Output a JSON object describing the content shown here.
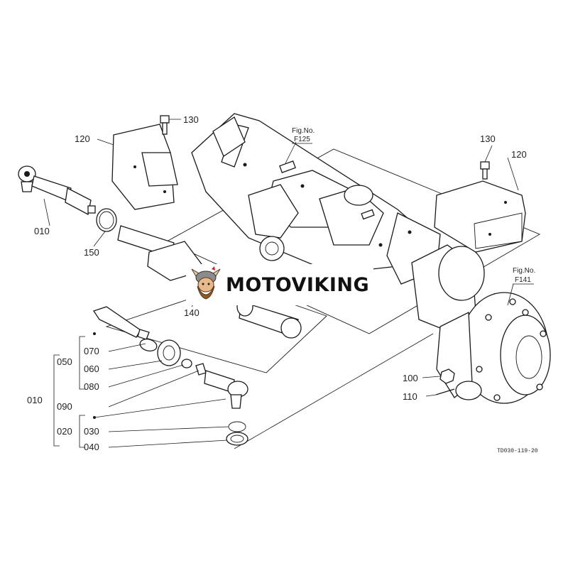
{
  "figure_refs": {
    "axle_housing": {
      "label": "Fig.No.",
      "number": "F125"
    },
    "final_case": {
      "label": "Fig.No.",
      "number": "F141"
    }
  },
  "callouts": {
    "tie_rod_end_left": "010",
    "cover_left": "120",
    "bolt_left": "130",
    "bolt_right": "130",
    "cover_right": "120",
    "snap_ring": "150",
    "cylinder_assy": "140",
    "nut": "100",
    "split_pin": "110",
    "group_010": "010",
    "group_050": "050",
    "rod_070": "070",
    "boot_060": "060",
    "clamp_080": "080",
    "nut_090": "090",
    "group_020": "020",
    "ring_030": "030",
    "seal_040": "040"
  },
  "drawing_number": "TD030-119-20",
  "watermark": {
    "text": "MOTOVIKING",
    "logo_icon": "viking-mascot-icon",
    "colors": {
      "primary": "#111111",
      "logo": "#8a5a2b"
    }
  }
}
